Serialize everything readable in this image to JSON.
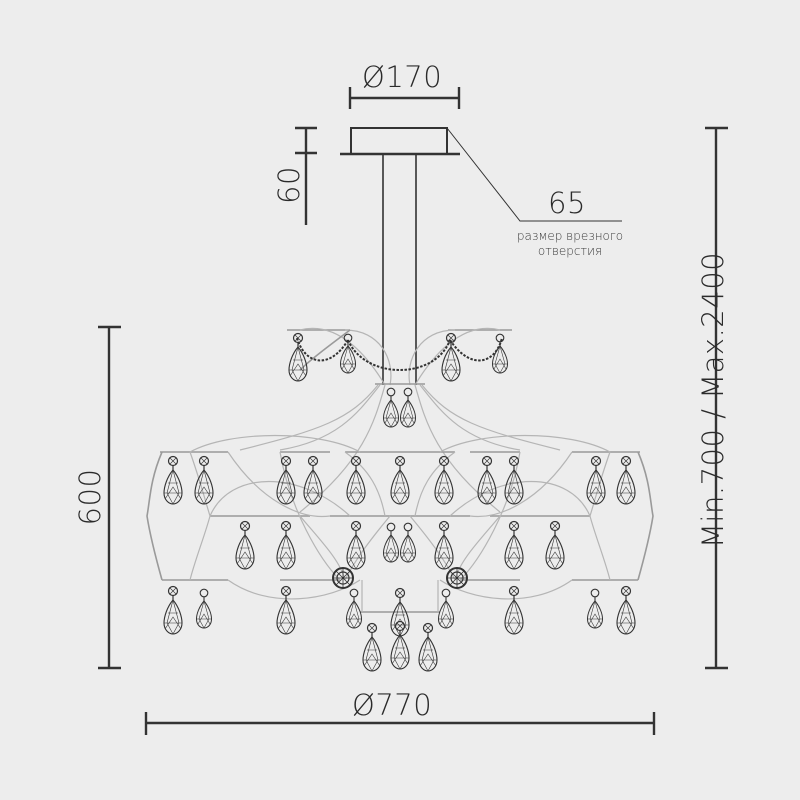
{
  "drawing": {
    "type": "technical dimension drawing",
    "subject": "pendant chandelier",
    "background": "#ededed",
    "line_color": "#333333"
  },
  "dimensions": {
    "canopy_diameter": "Ø170",
    "canopy_height": "60",
    "cutout_size": "65",
    "cutout_note_line1": "размер врезного",
    "cutout_note_line2": "отверстия",
    "body_height": "600",
    "overall_height": "Min.700 / Max.2400",
    "body_diameter": "Ø770"
  }
}
